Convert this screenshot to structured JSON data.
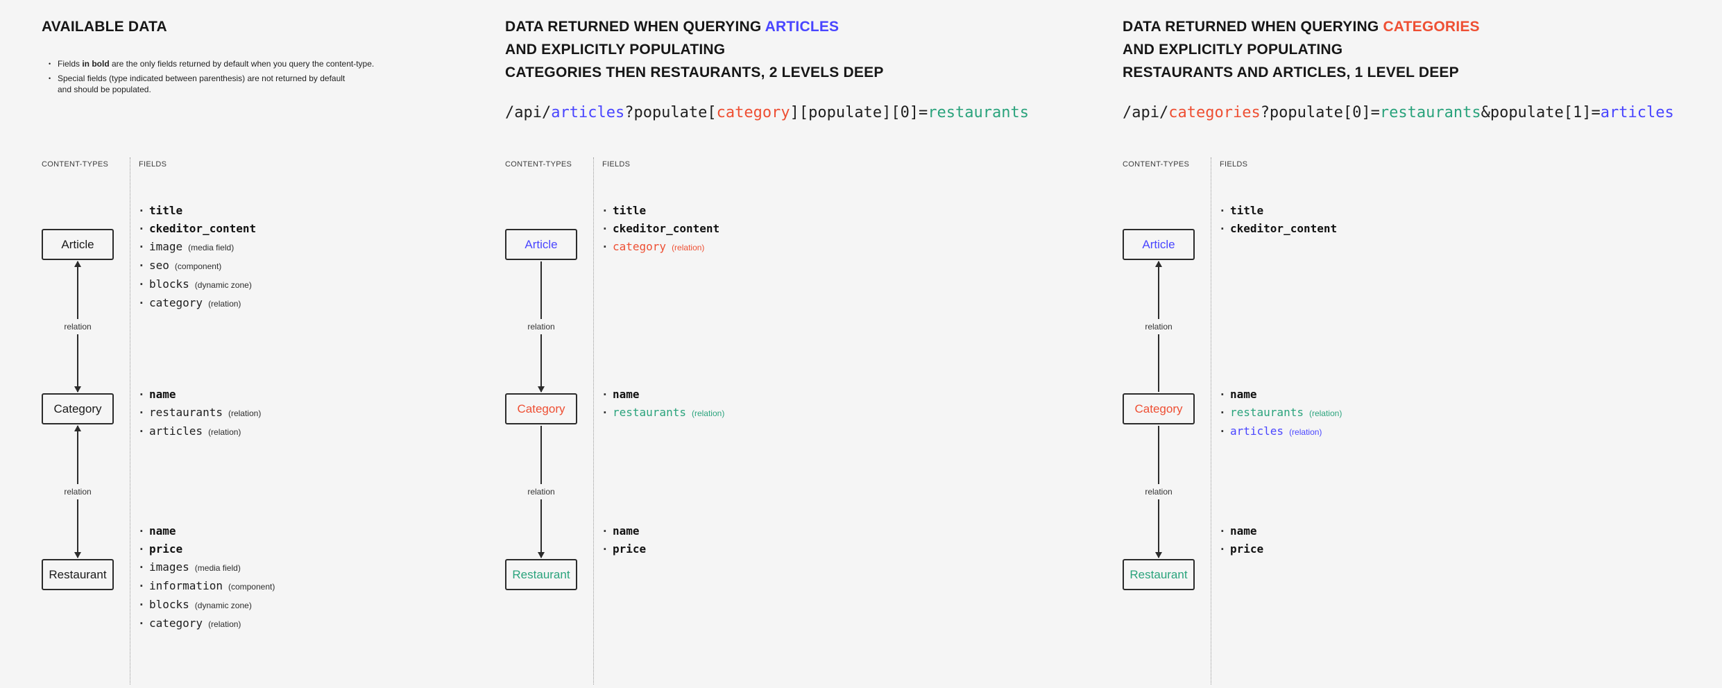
{
  "colors": {
    "background": "#f5f5f5",
    "text": "#1a1a1a",
    "muted": "#3c3c3c",
    "border": "#2b2b2b",
    "blue": "#4945ff",
    "red": "#ee4f33",
    "teal": "#2aa37c"
  },
  "labels": {
    "content_types": "CONTENT-TYPES",
    "fields": "FIELDS",
    "relation": "relation"
  },
  "panels": [
    {
      "id": "available-data",
      "title_lines": [
        [
          {
            "text": "AVAILABLE DATA"
          }
        ]
      ],
      "notes": [
        {
          "parts": [
            {
              "text": "Fields "
            },
            {
              "text": "in bold",
              "bold": true
            },
            {
              "text": " are the only fields returned by default when you query the content-type."
            }
          ]
        },
        {
          "parts": [
            {
              "text": "Special fields (type indicated between parenthesis) are not returned by default\nand should be populated."
            }
          ]
        }
      ],
      "code": [],
      "nodes": [
        {
          "label": "Article",
          "fields": [
            {
              "text": "title",
              "bold": true
            },
            {
              "text": "ckeditor_content",
              "bold": true
            },
            {
              "text": "image",
              "note": "(media field)"
            },
            {
              "text": "seo",
              "note": "(component)"
            },
            {
              "text": "blocks",
              "note": "(dynamic zone)"
            },
            {
              "text": "category",
              "note": "(relation)"
            }
          ]
        },
        {
          "label": "Category",
          "fields": [
            {
              "text": "name",
              "bold": true
            },
            {
              "text": "restaurants",
              "note": "(relation)"
            },
            {
              "text": "articles",
              "note": "(relation)"
            }
          ]
        },
        {
          "label": "Restaurant",
          "fields": [
            {
              "text": "name",
              "bold": true
            },
            {
              "text": "price",
              "bold": true
            },
            {
              "text": "images",
              "note": "(media field)"
            },
            {
              "text": "information",
              "note": "(component)"
            },
            {
              "text": "blocks",
              "note": "(dynamic zone)"
            },
            {
              "text": "category",
              "note": "(relation)"
            }
          ]
        }
      ],
      "arrows": [
        {
          "heads": "both"
        },
        {
          "heads": "both"
        }
      ]
    },
    {
      "id": "query-articles-populate-2-levels",
      "title_lines": [
        [
          {
            "text": "DATA RETURNED WHEN QUERYING "
          },
          {
            "text": "ARTICLES",
            "color": "blue"
          }
        ],
        [
          {
            "text": "AND EXPLICITLY POPULATING"
          }
        ],
        [
          {
            "text": "CATEGORIES THEN RESTAURANTS, 2 LEVELS DEEP"
          }
        ]
      ],
      "notes": [],
      "code": [
        {
          "text": "/api/"
        },
        {
          "text": "articles",
          "color": "blue"
        },
        {
          "text": "?populate["
        },
        {
          "text": "category",
          "color": "red"
        },
        {
          "text": "][populate][0]="
        },
        {
          "text": "restaurants",
          "color": "teal"
        }
      ],
      "nodes": [
        {
          "label": "Article",
          "color": "blue",
          "fields": [
            {
              "text": "title",
              "bold": true
            },
            {
              "text": "ckeditor_content",
              "bold": true
            },
            {
              "text": "category",
              "color": "red",
              "note": "(relation)"
            }
          ]
        },
        {
          "label": "Category",
          "color": "red",
          "fields": [
            {
              "text": "name",
              "bold": true
            },
            {
              "text": "restaurants",
              "color": "teal",
              "note": "(relation)"
            }
          ]
        },
        {
          "label": "Restaurant",
          "color": "teal",
          "fields": [
            {
              "text": "name",
              "bold": true
            },
            {
              "text": "price",
              "bold": true
            }
          ]
        }
      ],
      "arrows": [
        {
          "heads": "down"
        },
        {
          "heads": "down"
        }
      ]
    },
    {
      "id": "query-categories-populate-1-level",
      "title_lines": [
        [
          {
            "text": "DATA RETURNED WHEN QUERYING "
          },
          {
            "text": "CATEGORIES",
            "color": "red"
          }
        ],
        [
          {
            "text": "AND EXPLICITLY POPULATING"
          }
        ],
        [
          {
            "text": "RESTAURANTS AND ARTICLES, 1 LEVEL DEEP"
          }
        ]
      ],
      "notes": [],
      "code": [
        {
          "text": "/api/"
        },
        {
          "text": "categories",
          "color": "red"
        },
        {
          "text": "?populate[0]="
        },
        {
          "text": "restaurants",
          "color": "teal"
        },
        {
          "text": "&populate[1]="
        },
        {
          "text": "articles",
          "color": "blue"
        }
      ],
      "nodes": [
        {
          "label": "Article",
          "color": "blue",
          "fields": [
            {
              "text": "title",
              "bold": true
            },
            {
              "text": "ckeditor_content",
              "bold": true
            }
          ]
        },
        {
          "label": "Category",
          "color": "red",
          "fields": [
            {
              "text": "name",
              "bold": true
            },
            {
              "text": "restaurants",
              "color": "teal",
              "note": "(relation)"
            },
            {
              "text": "articles",
              "color": "blue",
              "note": "(relation)"
            }
          ]
        },
        {
          "label": "Restaurant",
          "color": "teal",
          "fields": [
            {
              "text": "name",
              "bold": true
            },
            {
              "text": "price",
              "bold": true
            }
          ]
        }
      ],
      "arrows": [
        {
          "heads": "up"
        },
        {
          "heads": "down"
        }
      ]
    }
  ]
}
